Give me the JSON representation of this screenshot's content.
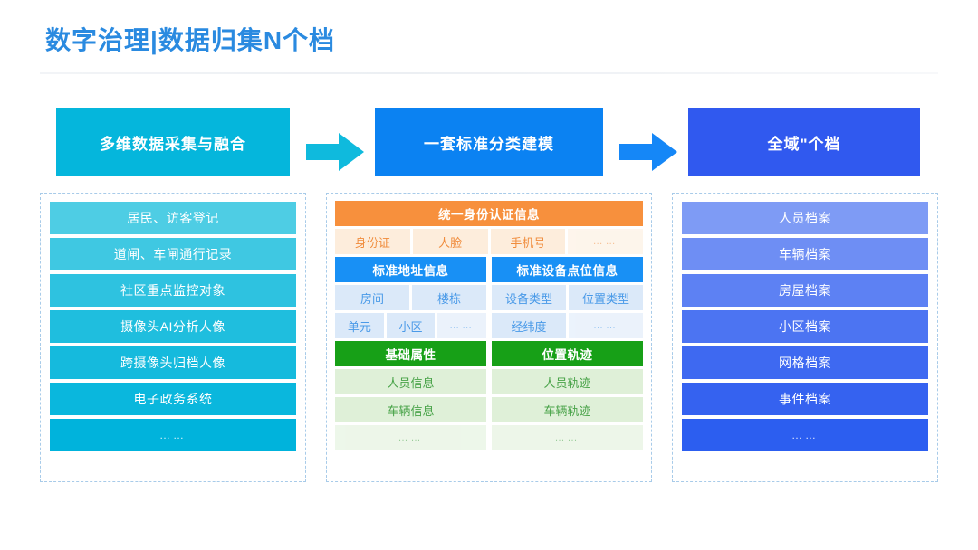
{
  "page": {
    "title": "数字治理|数据归集N个档",
    "title_color": "#2a8ae0",
    "background": "#ffffff"
  },
  "flow_headers": [
    {
      "label": "多维数据采集与融合",
      "color": "#05b6dc"
    },
    {
      "label": "一套标准分类建模",
      "color": "#0b82f2"
    },
    {
      "label": "全域\"个档",
      "color": "#3059ef"
    }
  ],
  "arrows": [
    {
      "name": "arrow-right-icon",
      "color": "#0fbadd"
    },
    {
      "name": "arrow-right-icon",
      "color": "#1587f7"
    }
  ],
  "left_panel": {
    "accent": "#00b5dd",
    "items": [
      {
        "label": "居民、访客登记",
        "color": "#4ecde4"
      },
      {
        "label": "道闸、车闸通行记录",
        "color": "#3fc8e2"
      },
      {
        "label": "社区重点监控对象",
        "color": "#2ec2e0"
      },
      {
        "label": "摄像头AI分析人像",
        "color": "#1fbede"
      },
      {
        "label": "跨摄像头归档人像",
        "color": "#15badd"
      },
      {
        "label": "电子政务系统",
        "color": "#0ab7dd"
      },
      {
        "label": "……",
        "color": "#00b3dc",
        "dots": true
      }
    ]
  },
  "middle_panel": {
    "sections": [
      {
        "header": "统一身份认证信息",
        "header_color": "#f7903d",
        "theme": "orange",
        "layout": "full",
        "rows": [
          [
            {
              "label": "身份证"
            },
            {
              "label": "人脸"
            },
            {
              "label": "手机号"
            },
            {
              "label": "……",
              "dots": true
            }
          ]
        ]
      },
      {
        "theme": "blue",
        "layout": "pair",
        "left": {
          "header": "标准地址信息",
          "header_color": "#1890f5",
          "rows": [
            [
              {
                "label": "房间"
              },
              {
                "label": "楼栋"
              }
            ],
            [
              {
                "label": "单元"
              },
              {
                "label": "小区"
              },
              {
                "label": "……",
                "dots": true
              }
            ]
          ]
        },
        "right": {
          "header": "标准设备点位信息",
          "header_color": "#1890f5",
          "rows": [
            [
              {
                "label": "设备类型"
              },
              {
                "label": "位置类型"
              }
            ],
            [
              {
                "label": "经纬度"
              },
              {
                "label": "……",
                "dots": true
              }
            ]
          ]
        }
      },
      {
        "theme": "green",
        "layout": "pair",
        "left": {
          "header": "基础属性",
          "header_color": "#17a017",
          "rows": [
            [
              {
                "label": "人员信息"
              }
            ],
            [
              {
                "label": "车辆信息"
              }
            ],
            [
              {
                "label": "……",
                "dots": true
              }
            ]
          ]
        },
        "right": {
          "header": "位置轨迹",
          "header_color": "#17a017",
          "rows": [
            [
              {
                "label": "人员轨迹"
              }
            ],
            [
              {
                "label": "车辆轨迹"
              }
            ],
            [
              {
                "label": "……",
                "dots": true
              }
            ]
          ]
        }
      }
    ]
  },
  "right_panel": {
    "accent": "#2c5ef0",
    "items": [
      {
        "label": "人员档案",
        "color": "#7e9bf5"
      },
      {
        "label": "车辆档案",
        "color": "#6e8ef4"
      },
      {
        "label": "房屋档案",
        "color": "#5d81f3"
      },
      {
        "label": "小区档案",
        "color": "#4c74f2"
      },
      {
        "label": "网格档案",
        "color": "#3e69f1"
      },
      {
        "label": "事件档案",
        "color": "#3562f0"
      },
      {
        "label": "……",
        "color": "#2c5ef0",
        "dots": true
      }
    ]
  }
}
